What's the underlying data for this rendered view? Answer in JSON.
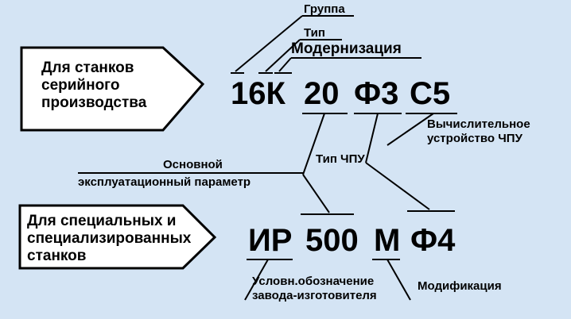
{
  "arrow_top": {
    "lines": [
      "Для станков",
      "серийного",
      "производства"
    ]
  },
  "arrow_bottom": {
    "lines": [
      "Для специальных и",
      "специализированных",
      "станков"
    ]
  },
  "code_top": [
    "16К",
    "20",
    "Ф3",
    "С5"
  ],
  "code_bottom": [
    "ИР",
    "500",
    "М",
    "Ф4"
  ],
  "labels": {
    "group": "Группа",
    "type": "Тип",
    "modernization": "Модернизация",
    "computing_device": [
      "Вычислительное",
      "устройство ЧПУ"
    ],
    "cnc_type": "Тип ЧПУ",
    "main_parameter": [
      "Основной",
      "эксплуатационный параметр"
    ],
    "manufacturer": [
      "Условн.обозначение",
      "завода-изготовителя"
    ],
    "modification": "Модификация"
  }
}
